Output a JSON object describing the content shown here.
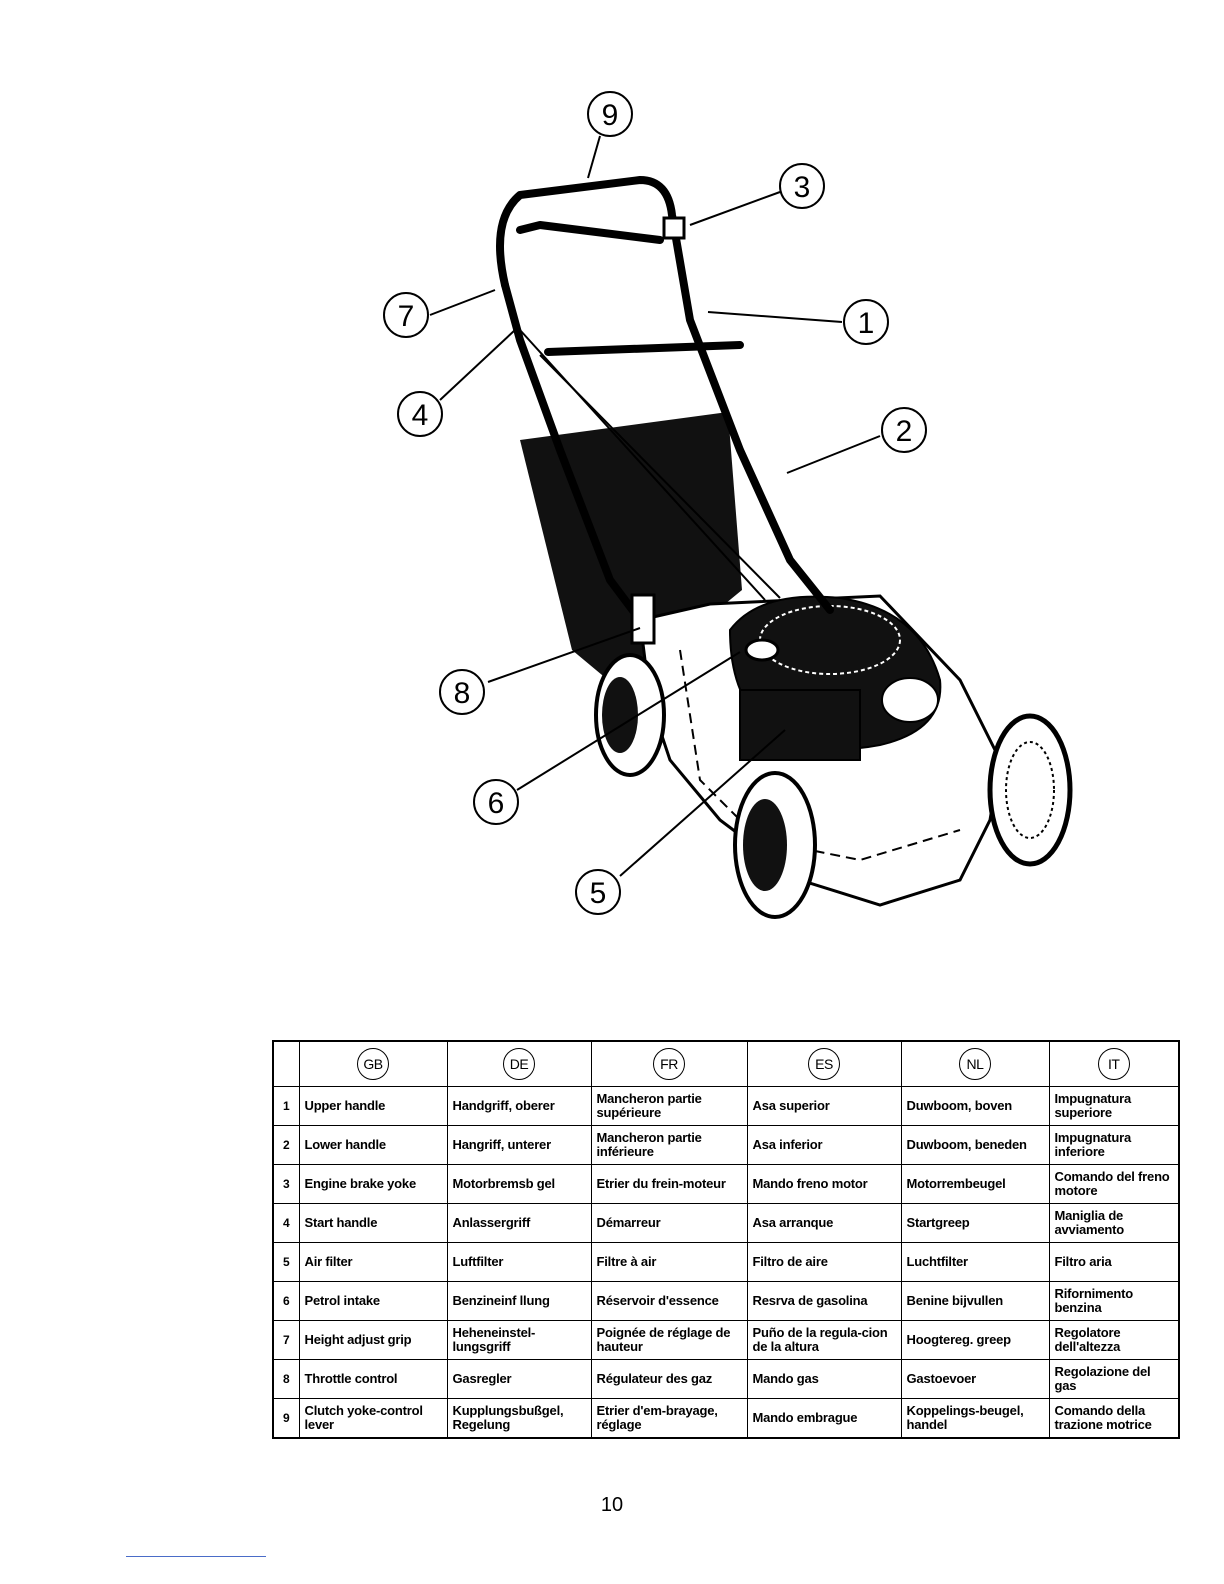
{
  "figure": {
    "callouts": [
      {
        "id": "callout-9",
        "label": "9"
      },
      {
        "id": "callout-3",
        "label": "3"
      },
      {
        "id": "callout-7",
        "label": "7"
      },
      {
        "id": "callout-1",
        "label": "1"
      },
      {
        "id": "callout-4",
        "label": "4"
      },
      {
        "id": "callout-2",
        "label": "2"
      },
      {
        "id": "callout-8",
        "label": "8"
      },
      {
        "id": "callout-6",
        "label": "6"
      },
      {
        "id": "callout-5",
        "label": "5"
      }
    ]
  },
  "table": {
    "languages": [
      "GB",
      "DE",
      "FR",
      "ES",
      "NL",
      "IT"
    ],
    "rows": [
      {
        "num": "1",
        "gb": "Upper handle",
        "de": "Handgriff, oberer",
        "fr": "Mancheron partie supérieure",
        "es": "Asa superior",
        "nl": "Duwboom, boven",
        "it": "Impugnatura superiore"
      },
      {
        "num": "2",
        "gb": "Lower handle",
        "de": "Hangriff, unterer",
        "fr": "Mancheron partie inférieure",
        "es": "Asa inferior",
        "nl": "Duwboom, beneden",
        "it": "Impugnatura inferiore"
      },
      {
        "num": "3",
        "gb": "Engine brake yoke",
        "de": "Motorbremsb gel",
        "fr": "Etrier du frein-moteur",
        "es": "Mando freno motor",
        "nl": "Motorrembeugel",
        "it": "Comando del freno motore"
      },
      {
        "num": "4",
        "gb": "Start handle",
        "de": "Anlassergriff",
        "fr": "Démarreur",
        "es": "Asa arranque",
        "nl": "Startgreep",
        "it": "Maniglia de avviamento"
      },
      {
        "num": "5",
        "gb": "Air filter",
        "de": "Luftfilter",
        "fr": "Filtre à air",
        "es": "Filtro de aire",
        "nl": "Luchtfilter",
        "it": "Filtro aria"
      },
      {
        "num": "6",
        "gb": "Petrol intake",
        "de": "Benzineinf llung",
        "fr": "Réservoir d'essence",
        "es": "Resrva de gasolina",
        "nl": "Benine bijvullen",
        "it": "Rifornimento benzina"
      },
      {
        "num": "7",
        "gb": "Height adjust grip",
        "de": "Heheneinstel-lungsgriff",
        "fr": "Poignée de réglage de hauteur",
        "es": "Puño de la regula-cion de la altura",
        "nl": "Hoogtereg. greep",
        "it": "Regolatore dell'altezza"
      },
      {
        "num": "8",
        "gb": "Throttle control",
        "de": "Gasregler",
        "fr": "Régulateur des gaz",
        "es": "Mando gas",
        "nl": "Gastoevoer",
        "it": "Regolazione del gas"
      },
      {
        "num": "9",
        "gb": "Clutch yoke-control lever",
        "de": "Kupplungsbußgel, Regelung",
        "fr": "Etrier d'em-brayage, réglage",
        "es": "Mando embrague",
        "nl": "Koppelings-beugel, handel",
        "it": "Comando della trazione motrice"
      }
    ]
  },
  "page": {
    "number": "10"
  }
}
